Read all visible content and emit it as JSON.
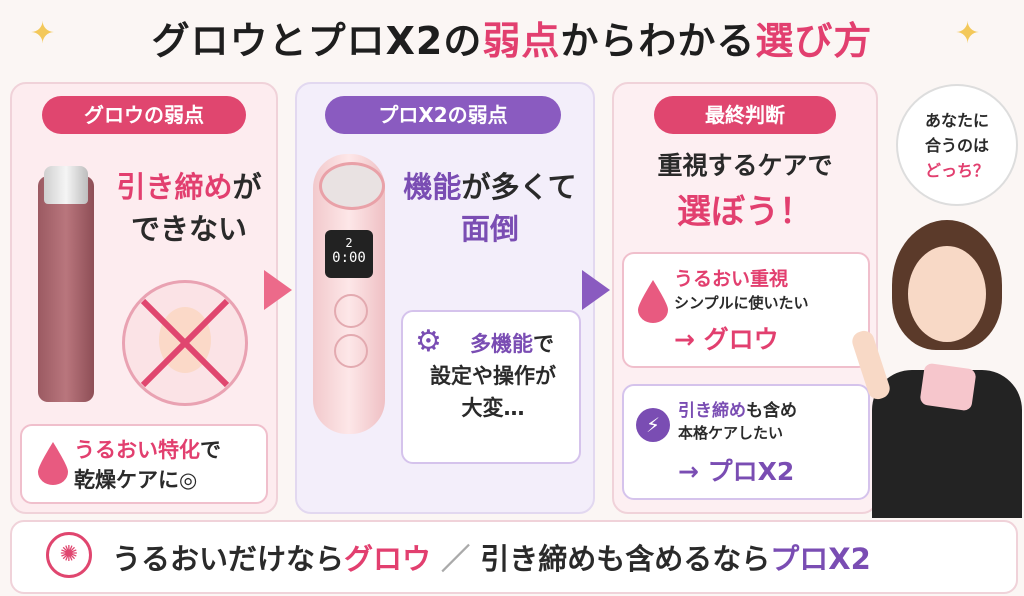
{
  "header": {
    "title_part1": "グロウとプロX2の",
    "title_pink": "弱点",
    "title_part2": "からわかる",
    "title_pink2": "選び方"
  },
  "panel_glow": {
    "heading": "グロウの弱点",
    "point_line1_pink": "引き締め",
    "point_line1_rest": "が",
    "point_line2": "できない",
    "tip_line1_pink": "うるおい特化",
    "tip_line1_rest": "で",
    "tip_line2": "乾燥ケアに◎"
  },
  "panel_prox2": {
    "heading": "プロX2の弱点",
    "point_line1_purple": "機能",
    "point_line1_rest": "が多くて",
    "point_line2": "面倒",
    "device_screen_top": "2",
    "device_screen_time": "0:00",
    "tip_line1_purple": "多機能",
    "tip_line1_rest": "で",
    "tip_line2": "設定や操作が",
    "tip_line3": "大変…"
  },
  "panel_final": {
    "heading": "最終判断",
    "main_line1": "重視するケアで",
    "main_line2": "選ぼう！",
    "choice1_title": "うるおい重視",
    "choice1_sub": "シンプルに使いたい",
    "choice1_result": "→ グロウ",
    "choice2_title_pink": "引き締め",
    "choice2_title_rest": "も含め",
    "choice2_sub": "本格ケアしたい",
    "choice2_result": "→ プロX2"
  },
  "speech_bubble": {
    "line1": "あなたに",
    "line2": "合うのは",
    "line3": "どっち？"
  },
  "footer": {
    "part1": "うるおいだけなら",
    "part1_pink": "グロウ",
    "separator": "／",
    "part2": "引き締めも含めるなら",
    "part2_purple": "プロX2"
  },
  "colors": {
    "pink": "#e23f6f",
    "purple": "#7a4db3",
    "background": "#fbf6f4"
  },
  "icons": [
    "sparkle-icon",
    "drop-icon",
    "gear-icon",
    "lightning-icon",
    "lightbulb-icon"
  ]
}
